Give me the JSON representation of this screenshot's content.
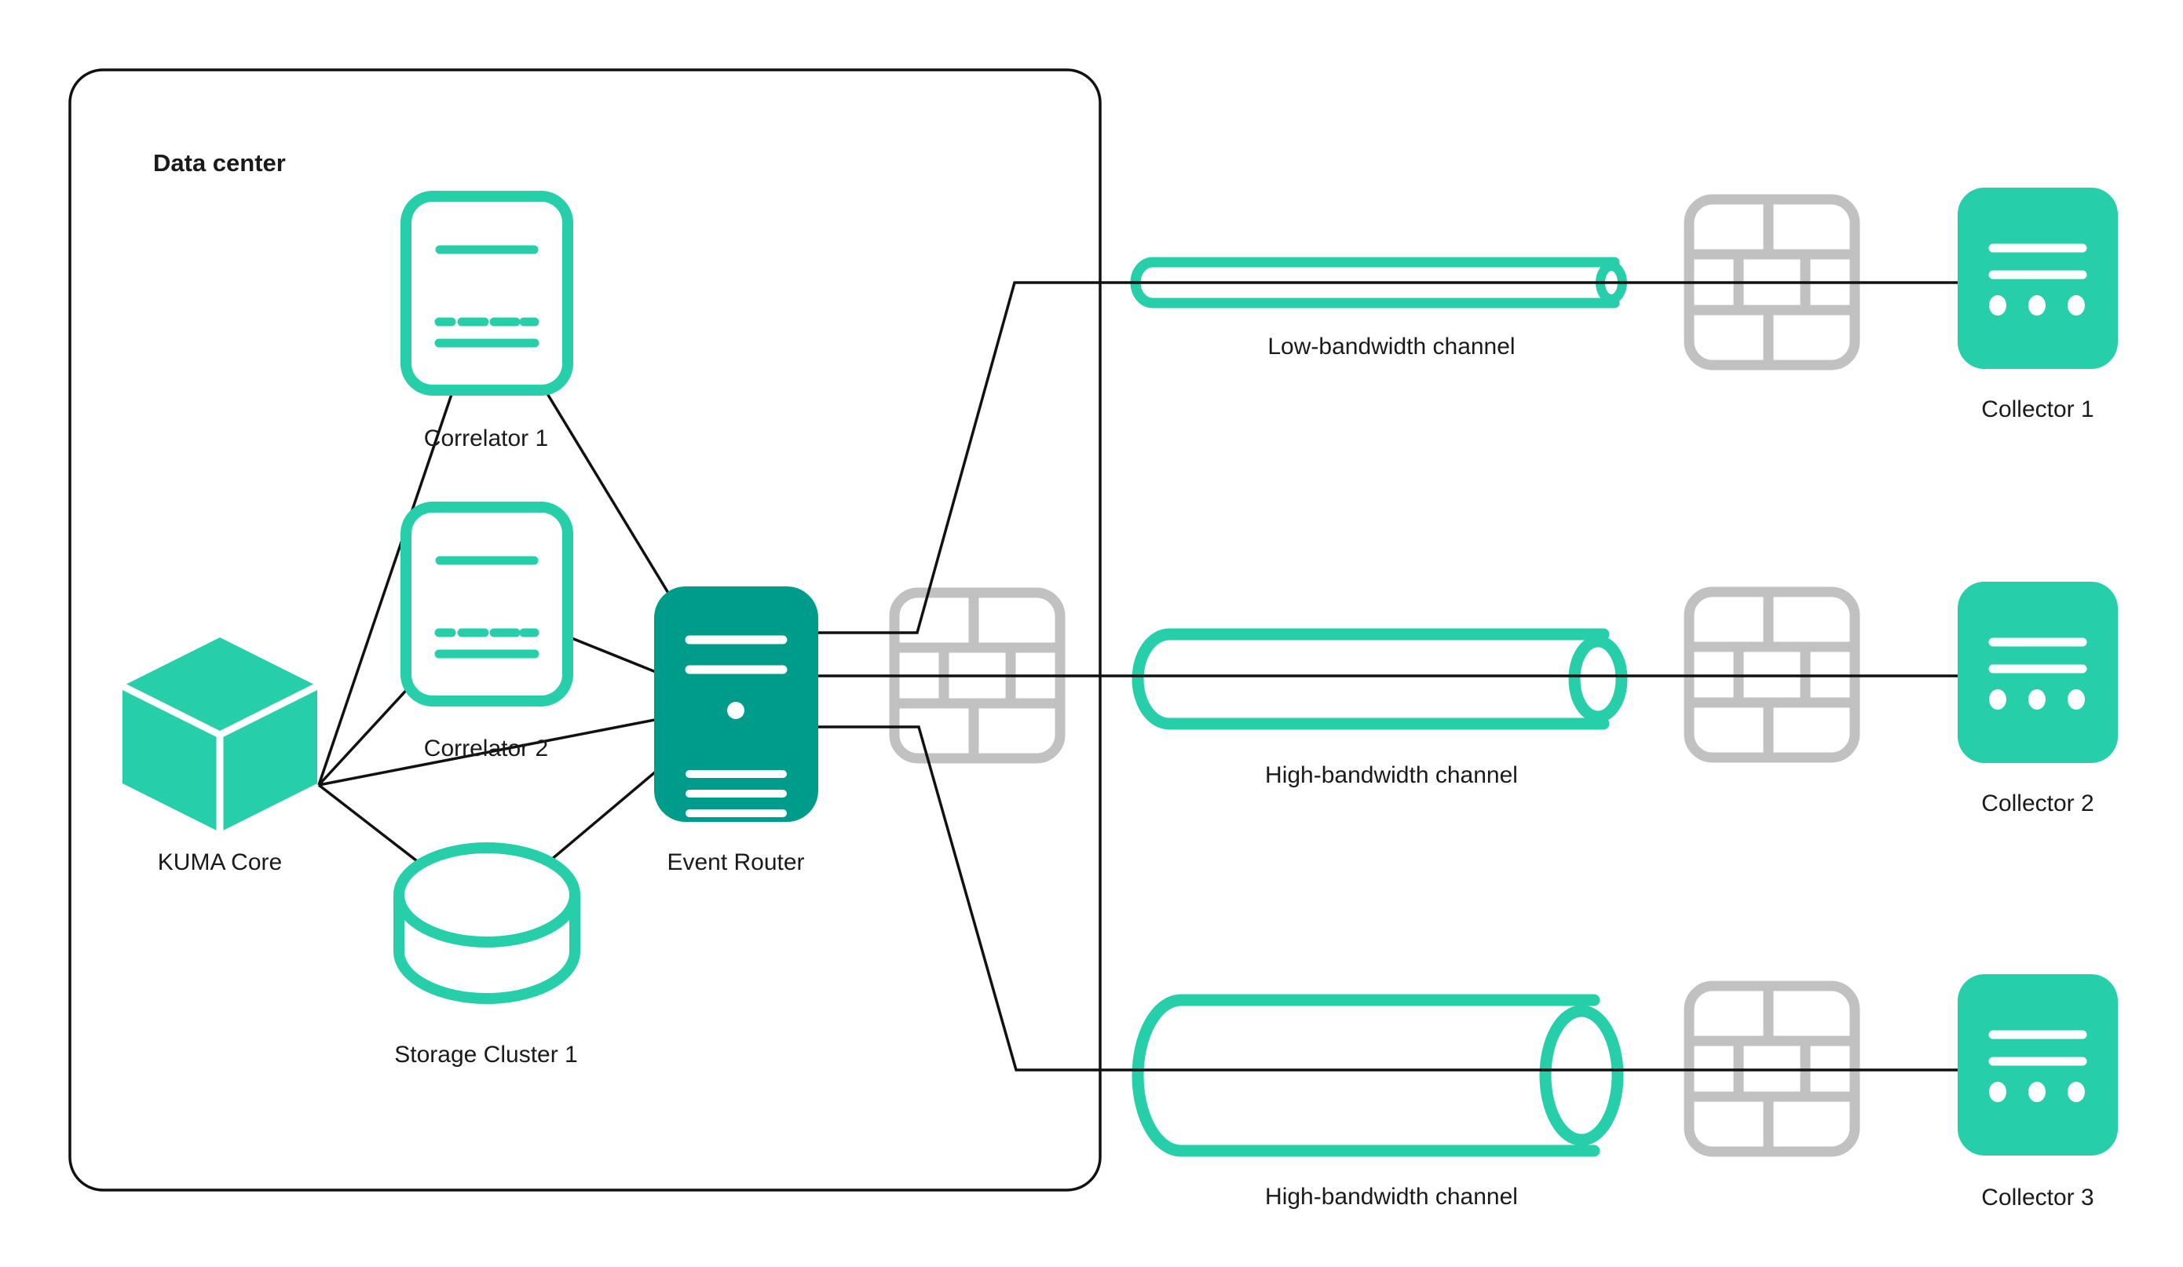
{
  "diagram": {
    "region_label": "Data center",
    "nodes": {
      "kuma_core": {
        "label": "KUMA Core",
        "icon": "cube-icon"
      },
      "correlator_1": {
        "label": "Correlator 1",
        "icon": "server-outline-icon"
      },
      "correlator_2": {
        "label": "Correlator 2",
        "icon": "server-outline-icon"
      },
      "storage_cluster_1": {
        "label": "Storage Cluster 1",
        "icon": "database-cylinder-icon"
      },
      "event_router": {
        "label": "Event Router",
        "icon": "server-solid-icon"
      },
      "collector_1": {
        "label": "Collector 1",
        "icon": "collector-server-icon"
      },
      "collector_2": {
        "label": "Collector 2",
        "icon": "collector-server-icon"
      },
      "collector_3": {
        "label": "Collector 3",
        "icon": "collector-server-icon"
      }
    },
    "channels": {
      "channel_1": {
        "label": "Low-bandwidth channel",
        "bandwidth": "low"
      },
      "channel_2": {
        "label": "High-bandwidth channel",
        "bandwidth": "high"
      },
      "channel_3": {
        "label": "High-bandwidth channel",
        "bandwidth": "high"
      }
    },
    "firewall_icon": "firewall-brick-icon",
    "colors": {
      "teal": "#26CFA9",
      "teal_dark": "#009C8B",
      "gray": "#C1C1C1",
      "line": "#111111",
      "text": "#1A1A1A",
      "background": "#FFFFFF"
    }
  }
}
